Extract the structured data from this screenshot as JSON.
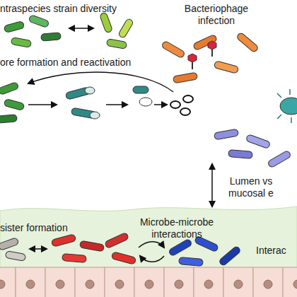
{
  "diagram": {
    "labels": [
      "ntraspecies strain diversity",
      "Bacteriophage infection",
      "ore formation and reactivation",
      "Lumen vs mucosal e",
      "sister formation",
      "Microbe-microbe interactions",
      "Interac"
    ]
  }
}
